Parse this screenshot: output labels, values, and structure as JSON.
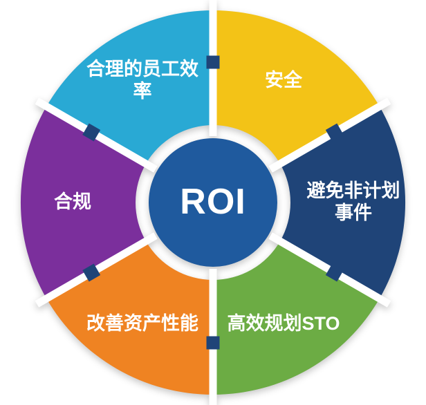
{
  "diagram": {
    "type": "segmented-cycle",
    "background_color": "#FFFFFF",
    "connector_color": "#1F4478",
    "center": {
      "label": "ROI",
      "color": "#1F5A9E",
      "text_color": "#FFFFFF"
    },
    "segments": [
      {
        "name": "safety",
        "label": "安全",
        "color": "#F3C317",
        "start_angle": 0,
        "end_angle": 60
      },
      {
        "name": "avoid-unplanned-events",
        "label": "避免非计划\n事件",
        "color": "#1F4478",
        "start_angle": 60,
        "end_angle": 120
      },
      {
        "name": "sto-planning",
        "label": "高效规划STO",
        "color": "#6CAC44",
        "start_angle": 120,
        "end_angle": 180
      },
      {
        "name": "asset-performance",
        "label": "改善资产性能",
        "color": "#EF8322",
        "start_angle": 180,
        "end_angle": 240
      },
      {
        "name": "compliance",
        "label": "合规",
        "color": "#7B2F9C",
        "start_angle": 240,
        "end_angle": 300
      },
      {
        "name": "workforce-efficiency",
        "label": "合理的员工效\n率",
        "color": "#29A9D4",
        "start_angle": 300,
        "end_angle": 360
      }
    ]
  }
}
